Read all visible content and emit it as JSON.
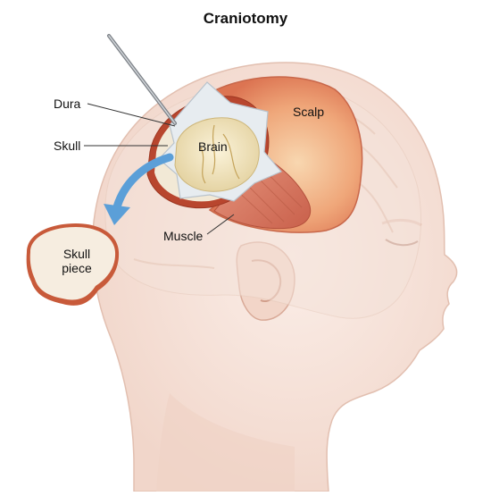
{
  "title": "Craniotomy",
  "labels": {
    "dura": "Dura",
    "skull": "Skull",
    "brain": "Brain",
    "scalp": "Scalp",
    "muscle": "Muscle",
    "skull_piece_line1": "Skull",
    "skull_piece_line2": "piece"
  },
  "colors": {
    "skin": "#f6e4dc",
    "skin_shade": "#ecc9bb",
    "scalp": "#e8926a",
    "scalp_light": "#f5c7a1",
    "muscle": "#d9755e",
    "bone": "#f4ecd8",
    "bone_edge": "#c85a3a",
    "brain": "#efe3bf",
    "dura": "#e9eef2",
    "arrow": "#5b9fd8"
  }
}
